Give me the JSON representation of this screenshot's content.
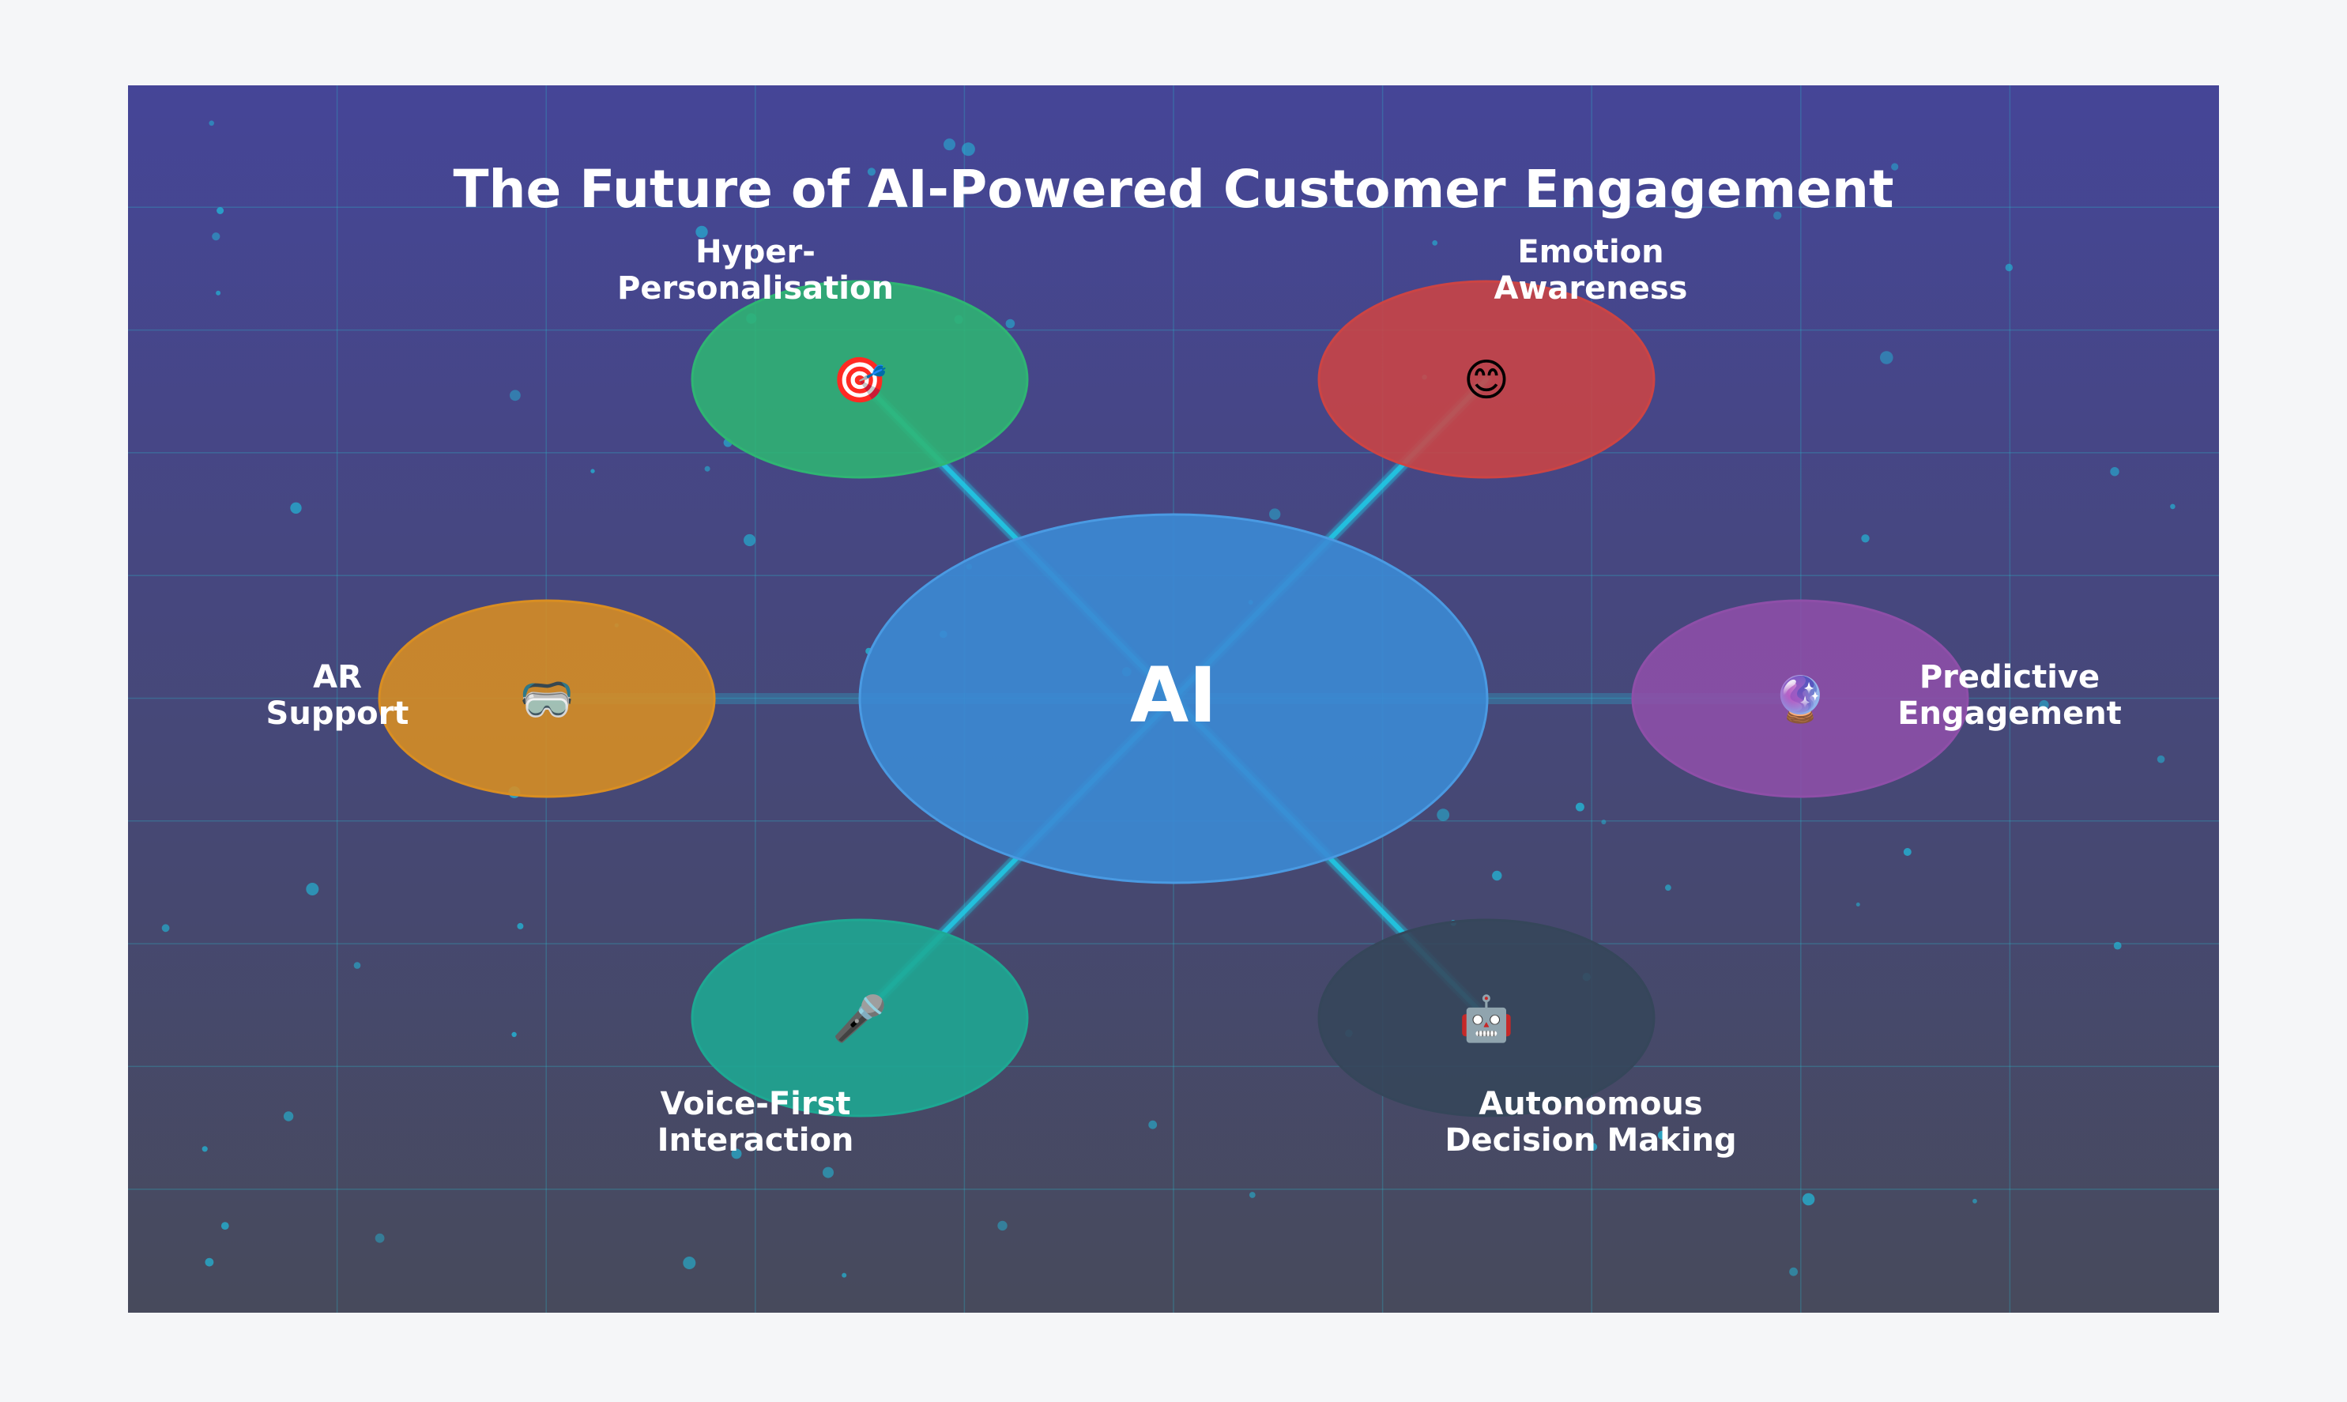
{
  "diagram": {
    "title": "The Future of AI-Powered Customer Engagement",
    "center": {
      "label": "AI",
      "color": "#3b8ad4"
    },
    "nodes": [
      {
        "id": "hyper-personalisation",
        "label_lines": [
          "Hyper-",
          "Personalisation"
        ],
        "icon_name": "target-icon",
        "icon": "🎯",
        "color": "#2fb573"
      },
      {
        "id": "emotion-awareness",
        "label_lines": [
          "Emotion",
          "Awareness"
        ],
        "icon_name": "smiling-face-icon",
        "icon": "😊",
        "color": "#cc4444"
      },
      {
        "id": "ar-support",
        "label_lines": [
          "AR",
          "Support"
        ],
        "icon_name": "ar-goggles-icon",
        "icon": "🥽",
        "color": "#d98e22"
      },
      {
        "id": "predictive-engagement",
        "label_lines": [
          "Predictive",
          "Engagement"
        ],
        "icon_name": "crystal-ball-icon",
        "icon": "🔮",
        "color": "#8e4fa8"
      },
      {
        "id": "voice-first-interaction",
        "label_lines": [
          "Voice-First",
          "Interaction"
        ],
        "icon_name": "microphone-icon",
        "icon": "🎤",
        "color": "#1ea893"
      },
      {
        "id": "autonomous-decision-making",
        "label_lines": [
          "Autonomous",
          "Decision Making"
        ],
        "icon_name": "robot-icon",
        "icon": "🤖",
        "color": "#35465a"
      }
    ],
    "colors": {
      "background_top": "#454597",
      "background_bottom": "#474a5c",
      "page_background": "#f5f6f8",
      "connector": "#1ecbe6",
      "grid": "#2bb7c9",
      "particles": "#22b8d8",
      "text": "#ffffff"
    }
  }
}
